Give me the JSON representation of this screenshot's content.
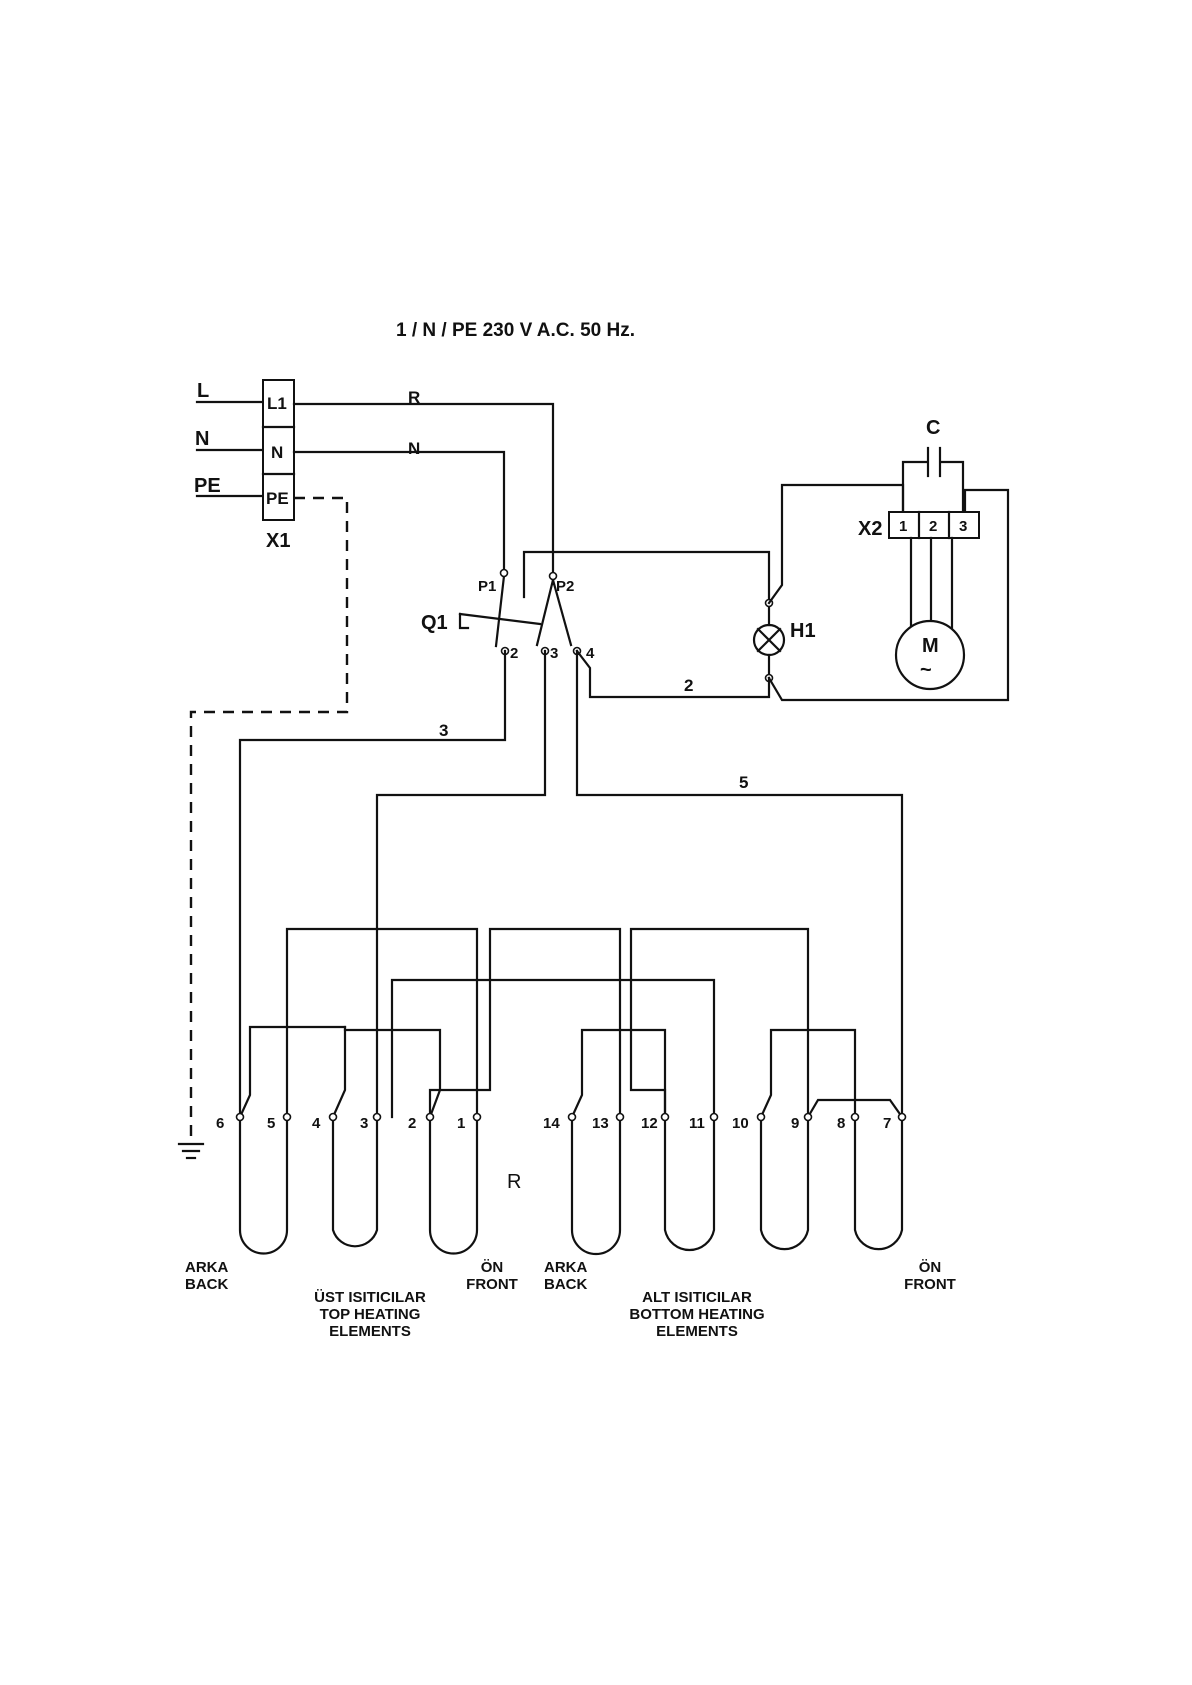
{
  "title": "1 / N / PE  230 V  A.C.  50 Hz.",
  "supply": {
    "l": "L",
    "n": "N",
    "pe": "PE"
  },
  "terminal_block_x1": {
    "name": "X1",
    "l1": "L1",
    "n": "N",
    "pe": "PE"
  },
  "wires": {
    "r": "R",
    "n": "N",
    "w2": "2",
    "w3": "3",
    "w5": "5"
  },
  "switch_q1": {
    "name": "Q1",
    "p1": "P1",
    "p2": "P2",
    "t2": "2",
    "t3": "3",
    "t4": "4"
  },
  "lamp": {
    "name": "H1"
  },
  "motor": {
    "name": "M",
    "symbol": "~",
    "capacitor": "C",
    "block": "X2",
    "t1": "1",
    "t2": "2",
    "t3": "3"
  },
  "heaters": {
    "name": "R",
    "top_terminals": [
      "6",
      "5",
      "4",
      "3",
      "2",
      "1"
    ],
    "bottom_terminals": [
      "14",
      "13",
      "12",
      "11",
      "10",
      "9",
      "8",
      "7"
    ]
  },
  "captions": {
    "top_back": [
      "ARKA",
      "BACK"
    ],
    "top_group": [
      "ÜST ISITICILAR",
      "TOP HEATING",
      "ELEMENTS"
    ],
    "top_front": [
      "ÖN",
      "FRONT"
    ],
    "bottom_back": [
      "ARKA",
      "BACK"
    ],
    "bottom_group": [
      "ALT ISITICILAR",
      "BOTTOM HEATING",
      "ELEMENTS"
    ],
    "bottom_front": [
      "ÖN",
      "FRONT"
    ]
  }
}
